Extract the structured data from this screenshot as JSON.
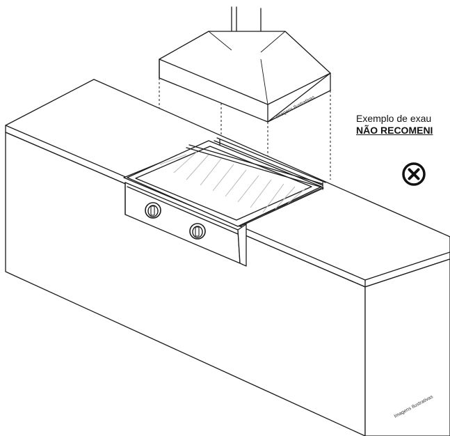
{
  "caption": {
    "line1": "Exemplo de exau",
    "line2": "NÃO RECOMENI"
  },
  "watermarks": {
    "hood": "Imagens Ilustrativas",
    "counter": "Imagens Ilustrativas"
  },
  "icons": {
    "status": "not-recommended-x-circle-icon"
  },
  "colors": {
    "line": "#1a1a1a",
    "grate": "#b8b8b8",
    "background": "#ffffff"
  }
}
